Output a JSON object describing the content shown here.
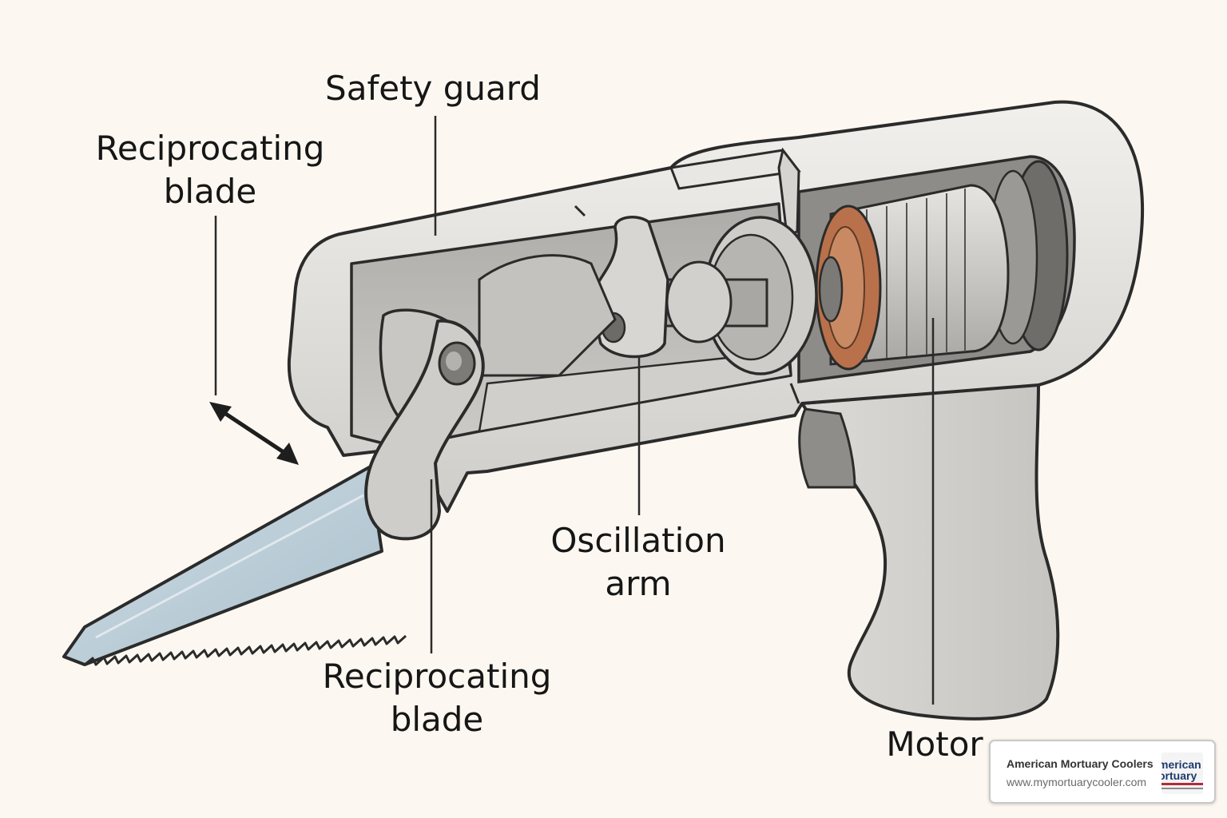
{
  "labels": {
    "safety_guard": "Safety guard",
    "recip_blade_top": [
      "Reciprocating",
      "blade"
    ],
    "oscillation_arm": [
      "Oscillation",
      "arm"
    ],
    "recip_blade_bottom": [
      "Reciprocating",
      "blade"
    ],
    "motor": "Motor"
  },
  "watermark": {
    "name": "American Mortuary Coolers",
    "url": "www.mymortuarycooler.com",
    "logo_lines": [
      "merican",
      "ortuary"
    ]
  },
  "colors": {
    "background": "#fcf8f1",
    "housing": "#dcdad6",
    "housing_inner": "#bdbbb7",
    "blade": "#b9cdd8",
    "copper": "#b8714a",
    "ink": "#161616"
  },
  "icons": [
    "double-arrow-icon"
  ]
}
